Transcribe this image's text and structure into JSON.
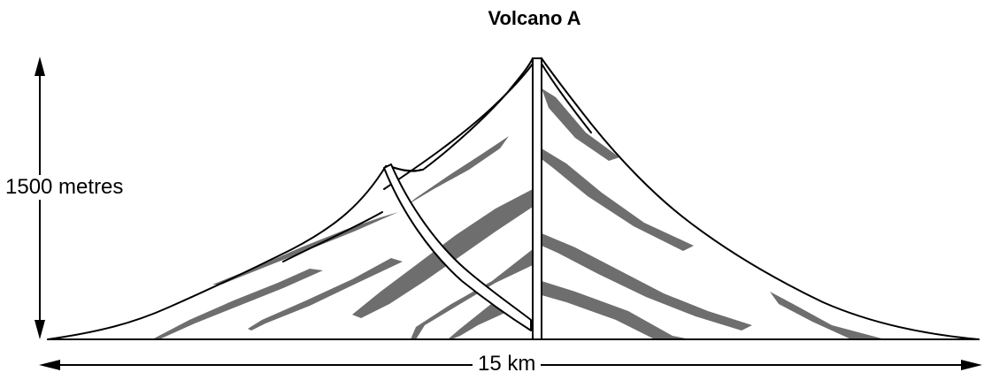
{
  "diagram": {
    "title": "Volcano A",
    "height_label": "1500 metres",
    "width_label": "15 km"
  },
  "colors": {
    "ink": "#000000",
    "ash_layer": "#6e6e6e",
    "background": "#ffffff"
  }
}
